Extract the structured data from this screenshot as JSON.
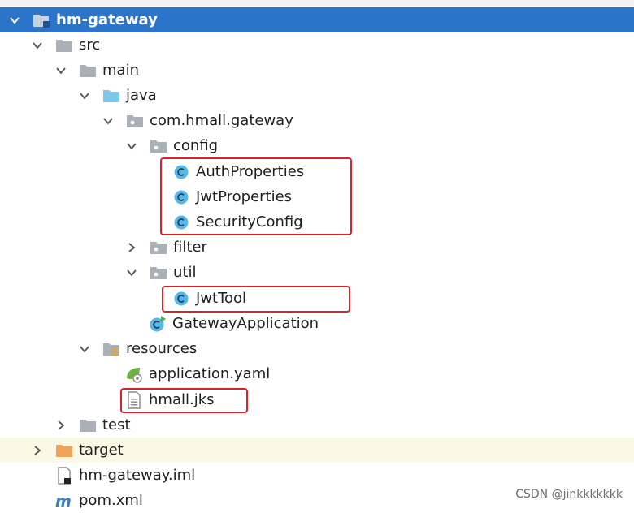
{
  "project_tree": {
    "root": "hm-gateway",
    "src": "src",
    "main": "main",
    "java": "java",
    "package": "com.hmall.gateway",
    "config": "config",
    "auth_properties": "AuthProperties",
    "jwt_properties": "JwtProperties",
    "security_config": "SecurityConfig",
    "filter": "filter",
    "util": "util",
    "jwt_tool": "JwtTool",
    "gateway_application": "GatewayApplication",
    "resources": "resources",
    "application_yaml": "application.yaml",
    "hmall_jks": "hmall.jks",
    "test": "test",
    "target": "target",
    "iml": "hm-gateway.iml",
    "pom": "pom.xml"
  },
  "watermark": "CSDN @jinkkkkkkk",
  "colors": {
    "selection": "#2a74c9",
    "highlight_box": "#d8232a",
    "excluded_row": "#fbf8e6",
    "folder": "#a9b0b8",
    "source_folder": "#7fc7ea",
    "target_folder": "#f0a35b",
    "class_icon": "#57b7e8"
  }
}
